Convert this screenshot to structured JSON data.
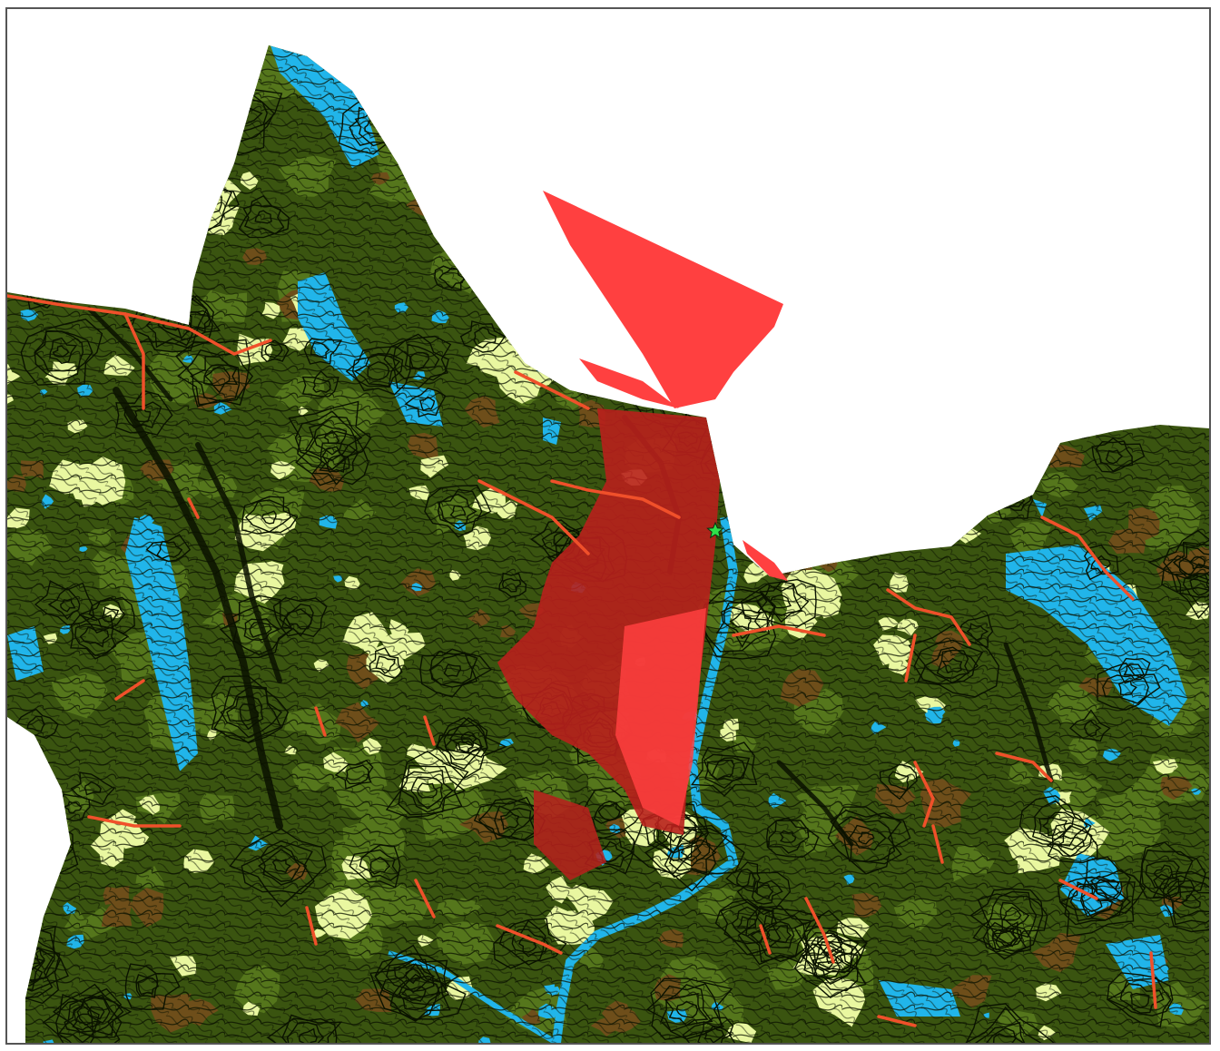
{
  "map": {
    "colors": {
      "background": "#ffffff",
      "terrain_dark": "#3a5410",
      "terrain_mid": "#55761c",
      "terrain_light": "#e9f7a0",
      "terrain_brown": "#6e4e1a",
      "water": "#21b5ea",
      "contour": "#0a1200",
      "roads": "#f0502a",
      "viewshed": "#ff4040",
      "overlap": "#b8201c",
      "marker": "#2fe04a"
    },
    "layers": [
      "terrain",
      "water",
      "contours",
      "roads",
      "viewshed"
    ],
    "marker_icon": "star-icon"
  }
}
